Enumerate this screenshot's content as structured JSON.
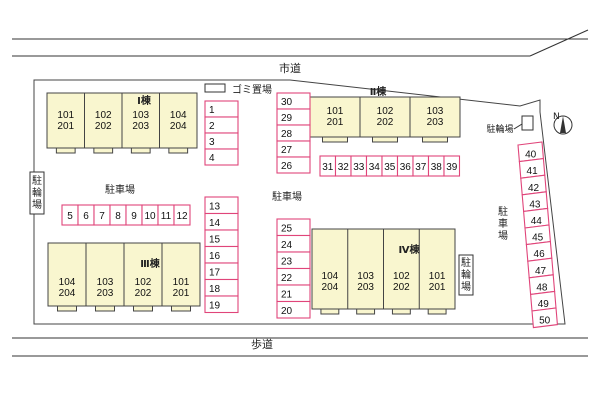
{
  "roads": {
    "city_road": "市道",
    "sidewalk": "歩道"
  },
  "labels": {
    "garbage": "ゴミ置場",
    "parking_center": "駐車場",
    "parking_left": "駐車場",
    "parking_right": "駐\n車\n場",
    "bicycle_left": "駐\n輪\n場",
    "bicycle_right_top": "駐輪場",
    "bicycle_right_mid": "駐\n輪\n場",
    "north": "N"
  },
  "buildings": [
    {
      "name": "Ⅰ棟",
      "units": [
        {
          "top": "101",
          "bottom": "201"
        },
        {
          "top": "102",
          "bottom": "202"
        },
        {
          "top": "103",
          "bottom": "203"
        },
        {
          "top": "104",
          "bottom": "204"
        }
      ]
    },
    {
      "name": "Ⅱ棟",
      "units": [
        {
          "top": "101",
          "bottom": "201"
        },
        {
          "top": "102",
          "bottom": "202"
        },
        {
          "top": "103",
          "bottom": "203"
        }
      ]
    },
    {
      "name": "Ⅲ棟",
      "units": [
        {
          "top": "104",
          "bottom": "204"
        },
        {
          "top": "103",
          "bottom": "203"
        },
        {
          "top": "102",
          "bottom": "202"
        },
        {
          "top": "101",
          "bottom": "201"
        }
      ]
    },
    {
      "name": "Ⅳ棟",
      "units": [
        {
          "top": "104",
          "bottom": "204"
        },
        {
          "top": "103",
          "bottom": "203"
        },
        {
          "top": "102",
          "bottom": "202"
        },
        {
          "top": "101",
          "bottom": "201"
        }
      ]
    }
  ],
  "parking": {
    "col_a": [
      "1",
      "2",
      "3",
      "4"
    ],
    "row_b": [
      "5",
      "6",
      "7",
      "8",
      "9",
      "10",
      "11",
      "12"
    ],
    "col_c": [
      "13",
      "14",
      "15",
      "16",
      "17",
      "18",
      "19"
    ],
    "col_d": [
      "30",
      "29",
      "28",
      "27",
      "26"
    ],
    "col_e": [
      "25",
      "24",
      "23",
      "22",
      "21",
      "20"
    ],
    "row_f": [
      "31",
      "32",
      "33",
      "34",
      "35",
      "36",
      "37",
      "38",
      "39"
    ],
    "col_g": [
      "40",
      "41",
      "42",
      "43",
      "44",
      "45",
      "46",
      "47",
      "48",
      "49",
      "50"
    ]
  }
}
